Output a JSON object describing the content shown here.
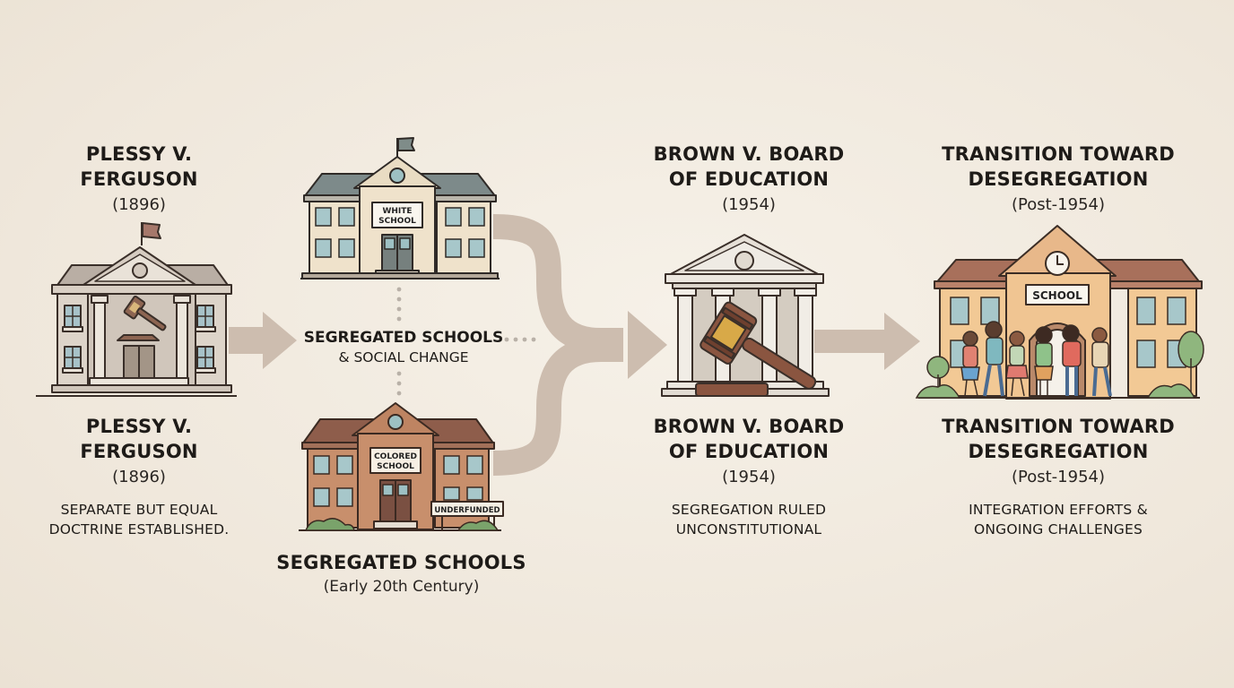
{
  "colors": {
    "background": "#efe7db",
    "arrow": "#cbbbad",
    "text": "#1e1b18",
    "dots": "#b9b1a8"
  },
  "stages": [
    {
      "id": "plessy",
      "top_title": [
        "PLESSY V.",
        "FERGUSON"
      ],
      "top_year": "(1896)",
      "icon": "courthouse-with-gavel-icon",
      "bottom_title": [
        "PLESSY V.",
        "FERGUSON"
      ],
      "bottom_year": "(1896)",
      "description": [
        "SEPARATE BUT EQUAL",
        "DOCTRINE ESTABLISHED."
      ]
    },
    {
      "id": "segregated",
      "white_school_sign": [
        "WHITE",
        "SCHOOL"
      ],
      "colored_school_sign": [
        "COLORED",
        "SCHOOL"
      ],
      "underfunded_sign": "UNDERFUNDED",
      "middle_title": "SEGREGATED SCHOOLS",
      "middle_subtitle": "& SOCIAL CHANGE",
      "bottom_title": "SEGREGATED SCHOOLS",
      "bottom_year": "(Early 20th Century)"
    },
    {
      "id": "brown",
      "top_title": [
        "BROWN V. BOARD",
        "OF EDUCATION"
      ],
      "top_year": "(1954)",
      "icon": "supreme-court-with-gavel-icon",
      "bottom_title": [
        "BROWN V. BOARD",
        "OF EDUCATION"
      ],
      "bottom_year": "(1954)",
      "description": [
        "SEGREGATION RULED",
        "UNCONSTITUTIONAL"
      ]
    },
    {
      "id": "transition",
      "top_title": [
        "TRANSITION TOWARD",
        "DESEGREGATION"
      ],
      "top_year": "(Post-1954)",
      "school_sign": "SCHOOL",
      "icon": "integrated-school-with-students-icon",
      "bottom_title": [
        "TRANSITION TOWARD",
        "DESEGREGATION"
      ],
      "bottom_year": "(Post-1954)",
      "description": [
        "INTEGRATION EFFORTS &",
        "ONGOING CHALLENGES"
      ]
    }
  ]
}
